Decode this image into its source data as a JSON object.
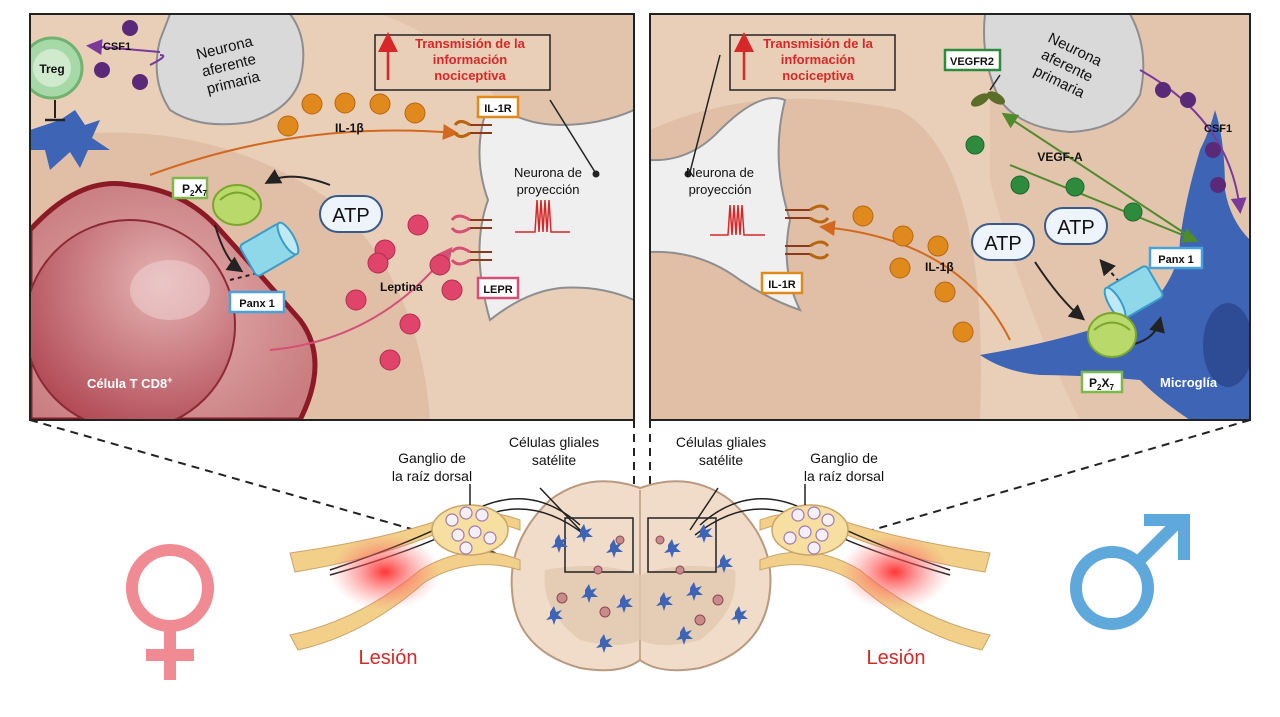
{
  "left_panel": {
    "treg": "Treg",
    "csf1": "CSF1",
    "neuron_afferent": [
      "Neurona",
      "aferente",
      "primaria"
    ],
    "il1b": "IL-1β",
    "transmission": [
      "Transmisión de la",
      "información",
      "nociceptiva"
    ],
    "il1r": "IL-1R",
    "neuron_projection": [
      "Neurona de",
      "proyección"
    ],
    "p2x7_main": "P",
    "p2x7_sub1": "2",
    "p2x7_mid": "X",
    "p2x7_sub2": "7",
    "atp": "ATP",
    "panx1": "Panx 1",
    "leptina": "Leptina",
    "lepr": "LEPR",
    "cell_label": "Célula T CD8",
    "cell_sup": "+"
  },
  "right_panel": {
    "transmission": [
      "Transmisión de la",
      "información",
      "nociceptiva"
    ],
    "vegfr2": "VEGFR2",
    "neuron_afferent": [
      "Neurona",
      "aferente",
      "primaria"
    ],
    "csf1": "CSF1",
    "vegfa": "VEGF-A",
    "neuron_projection": [
      "Neurona de",
      "proyección"
    ],
    "atp_1": "ATP",
    "atp_2": "ATP",
    "panx1": "Panx 1",
    "il1b": "IL-1β",
    "il1r": "IL-1R",
    "p2x7_main": "P",
    "p2x7_sub1": "2",
    "p2x7_mid": "X",
    "p2x7_sub2": "7",
    "microglia": "Microglía"
  },
  "bottom": {
    "ganglion_left": [
      "Ganglio de",
      "la raíz dorsal"
    ],
    "glial_left": [
      "Células gliales",
      "satélite"
    ],
    "glial_right": [
      "Células gliales",
      "satélite"
    ],
    "ganglion_right": [
      "Ganglio de",
      "la raíz dorsal"
    ],
    "lesion_left": "Lesión",
    "lesion_right": "Lesión"
  },
  "colors": {
    "panel_bg": "#e8cdb5",
    "panel_bg_dark": "#d7b49a",
    "red_text": "#d62828",
    "il1r_border": "#e08a1e",
    "lepr_border": "#d64f75",
    "vegfr2_border": "#2e8b3e",
    "panx_border": "#4aa3d8",
    "p2x7_border": "#7db84a",
    "female": "#f08a93",
    "male": "#5fa8dc",
    "microglia": "#3e64b6",
    "orange_ball": "#e08a1e",
    "pink_ball": "#e0446b",
    "purple_ball": "#5a2a78",
    "green_ball": "#2e8b3e"
  }
}
